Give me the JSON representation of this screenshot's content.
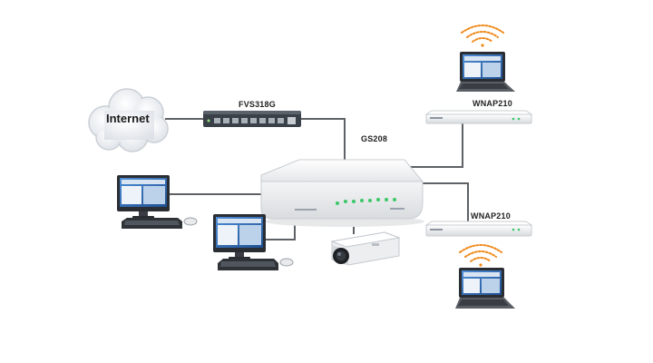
{
  "labels": {
    "internet": "Internet",
    "firewall": "FVS318G",
    "switch": "GS208",
    "access_point_1": "WNAP210",
    "access_point_2": "WNAP210"
  },
  "colors": {
    "cable": "#5e6165",
    "cloud": "#eef1f4",
    "device_white": "#f2f3f3",
    "device_dark": "#3a4048",
    "led_green": "#3cc86a",
    "wifi_arc": "#f08a1c",
    "screen_blue": "#2f6fb8"
  },
  "icons": {
    "cloud": "internet-cloud-icon",
    "firewall": "router-firewall-icon",
    "switch": "network-switch-icon",
    "ap": "wireless-access-point-icon",
    "desktop": "desktop-computer-icon",
    "laptop": "laptop-icon",
    "camera": "ip-camera-icon",
    "wifi": "wifi-signal-icon"
  }
}
